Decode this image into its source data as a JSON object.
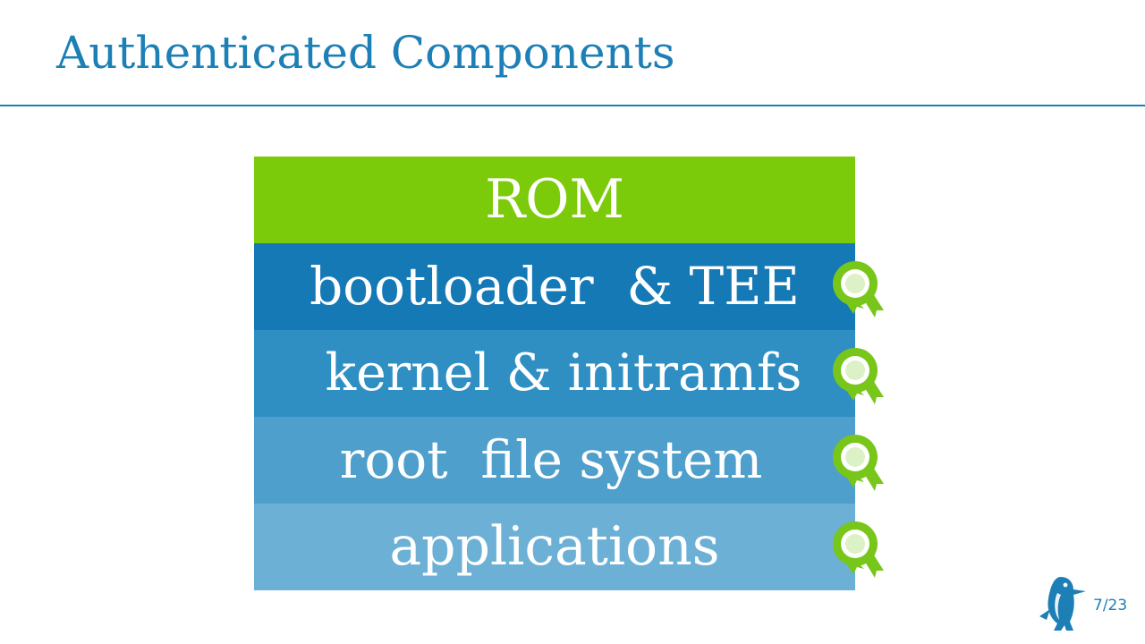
{
  "slide": {
    "title": "Authenticated Components",
    "page_number": "7/23"
  },
  "layers": [
    {
      "label": "ROM",
      "color": "#7ccb0a",
      "authenticated": false
    },
    {
      "label": "bootloader  & TEE",
      "color": "#1579b6",
      "authenticated": true
    },
    {
      "label": "kernel & initramfs",
      "color": "#2f8fc3",
      "authenticated": true
    },
    {
      "label": "root  file system",
      "color": "#4f9fcc",
      "authenticated": true
    },
    {
      "label": "applications",
      "color": "#6cb0d6",
      "authenticated": true
    }
  ],
  "icons": {
    "authenticated_badge": "award-badge-icon",
    "logo": "penguin-logo-icon"
  },
  "colors": {
    "title": "#1c7fb5",
    "rule": "#1a82b8",
    "badge_green": "#78c61a",
    "background": "#ffffff"
  }
}
